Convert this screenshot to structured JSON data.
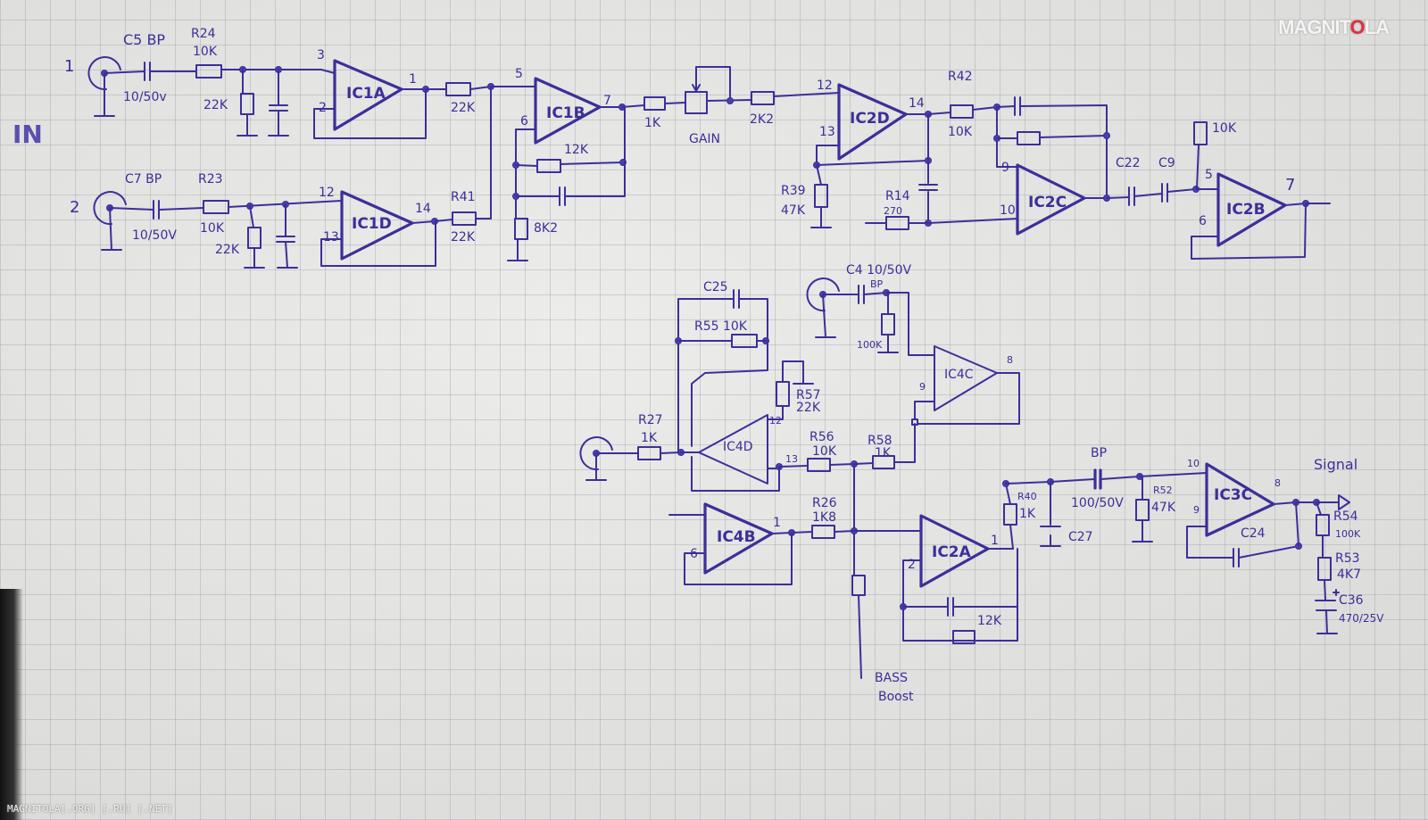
{
  "watermark": {
    "brand": "MAGNIT",
    "brand_accent": "O",
    "brand_end": "LA",
    "footer": "MAGNITOLA[.ORG] [.RU] [.NET]"
  },
  "section_label": "IN",
  "labels": {
    "j1": "1",
    "c5": "C5 BP",
    "c5v": "10/50v",
    "r24": "R24",
    "r24v": "10K",
    "r22k_1": "22K",
    "ic1a": "IC1A",
    "p3": "3",
    "p2": "2",
    "p1": "1",
    "r22k_2": "22K",
    "ic1b": "IC1B",
    "p5": "5",
    "p6": "6",
    "p7": "7",
    "r12k": "12K",
    "r8k2": "8K2",
    "r1k": "1K",
    "gain": "GAIN",
    "r2k2": "2K2",
    "ic2d": "IC2D",
    "p12": "12",
    "p13": "13",
    "p14": "14",
    "r39": "R39",
    "r39v": "47K",
    "r14": "R14",
    "r14v": "270",
    "r42": "R42",
    "r42v": "10K",
    "ic2c": "IC2C",
    "p9": "9",
    "p10": "10",
    "c22": "C22",
    "c9": "C9",
    "r10k": "10K",
    "ic2b": "IC2B",
    "p5b": "5",
    "p6b": "6",
    "p7b": "7",
    "j2": "2",
    "c7": "C7 BP",
    "c7v": "10/50V",
    "r23": "R23",
    "r23v": "10K",
    "r22k_3": "22K",
    "ic1d": "IC1D",
    "p12b": "12",
    "p13b": "13",
    "p14b": "14",
    "r41": "R41",
    "r41v": "22K",
    "c25": "C25",
    "r55": "R55 10K",
    "r57": "R57",
    "r57v": "22K",
    "r27": "R27",
    "r27v": "1K",
    "ic4d": "IC4D",
    "p12c": "12",
    "p13c": "13",
    "r56": "R56",
    "r56v": "10K",
    "r58": "R58",
    "r58v": "1K",
    "c4": "C4 10/50V",
    "c4bp": "BP",
    "r100k": "100K",
    "ic4c": "IC4C",
    "p9c": "9",
    "p8c": "8",
    "ic4b": "IC4B",
    "p1b": "1",
    "p6c": "6",
    "r26": "R26",
    "r26v": "1K8",
    "ic2a": "IC2A",
    "p1c": "1",
    "p2c": "2",
    "r12k_b": "12K",
    "bass": "BASS",
    "boost": "Boost",
    "r40": "R40",
    "r40v": "1K",
    "c27": "C27",
    "bp": "BP",
    "cv": "100/50V",
    "r52": "R52",
    "r52v": "47K",
    "ic3c": "IC3C",
    "p10c": "10",
    "p9d": "9",
    "p8d": "8",
    "c24": "C24",
    "signal": "Signal",
    "r54": "R54",
    "r54v": "100K",
    "r53": "R53",
    "r53v": "4K7",
    "c36": "C36",
    "c36v": "470/25V"
  },
  "ink_color": "#3b2f9a"
}
